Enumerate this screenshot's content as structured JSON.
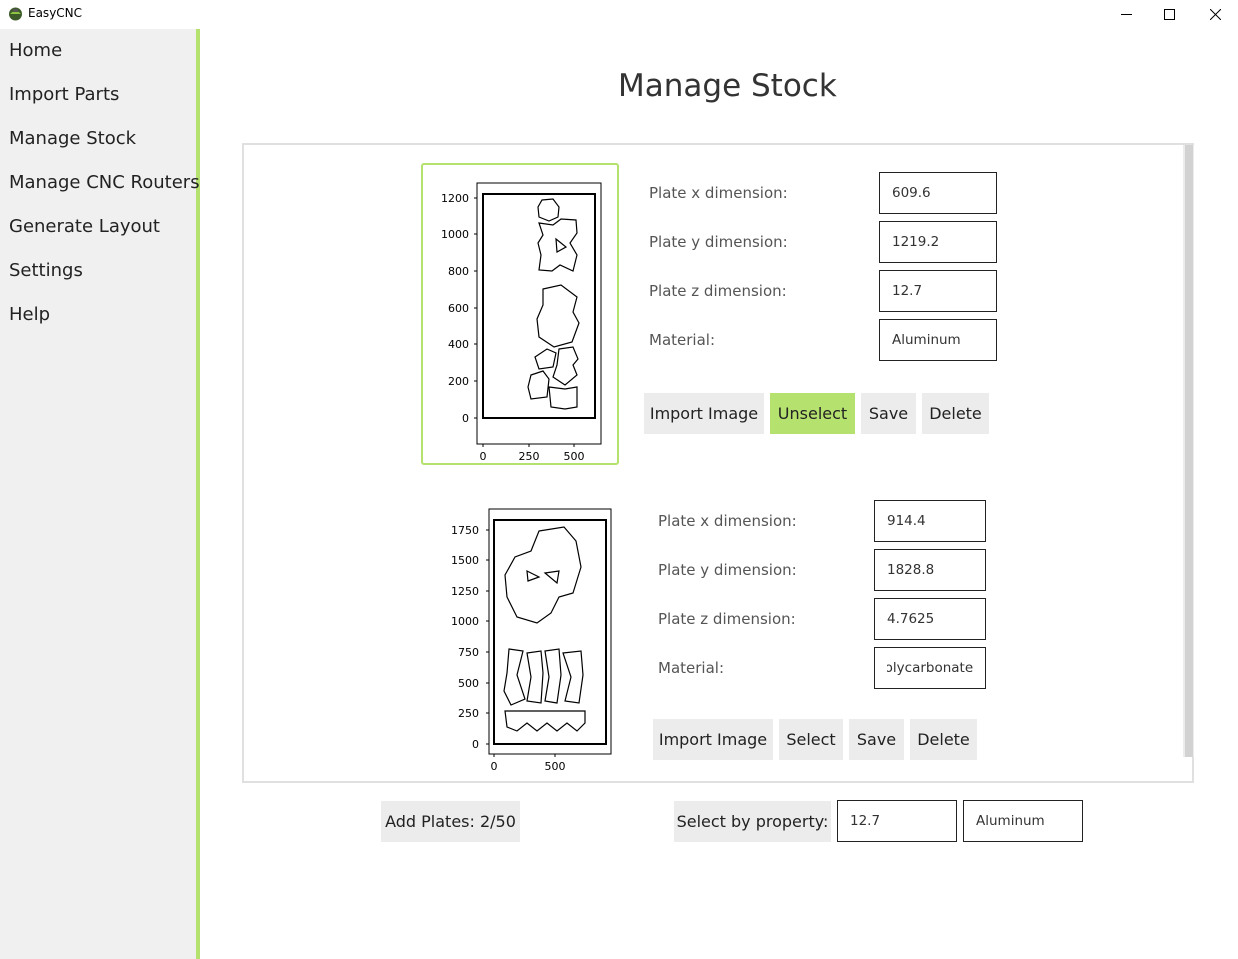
{
  "window": {
    "title": "EasyCNC",
    "minimize_glyph": "—",
    "maximize_glyph": "☐",
    "close_glyph": "✕"
  },
  "sidebar": {
    "items": [
      {
        "label": "Home"
      },
      {
        "label": "Import Parts"
      },
      {
        "label": "Manage Stock"
      },
      {
        "label": "Manage CNC Routers"
      },
      {
        "label": "Generate Layout"
      },
      {
        "label": "Settings"
      },
      {
        "label": "Help"
      }
    ]
  },
  "page": {
    "title": "Manage Stock"
  },
  "plates": [
    {
      "x_label": "Plate x dimension:",
      "y_label": "Plate y dimension:",
      "z_label": "Plate z dimension:",
      "material_label": "Material:",
      "x_value": "609.6",
      "y_value": "1219.2",
      "z_value": "12.7",
      "material_value": "Aluminum",
      "import_label": "Import Image",
      "select_label": "Unselect",
      "save_label": "Save",
      "delete_label": "Delete",
      "selected": true,
      "plot": {
        "x_ticks": [
          "0",
          "250",
          "500"
        ],
        "y_ticks": [
          "0",
          "200",
          "400",
          "600",
          "800",
          "1000",
          "1200"
        ]
      }
    },
    {
      "x_label": "Plate x dimension:",
      "y_label": "Plate y dimension:",
      "z_label": "Plate z dimension:",
      "material_label": "Material:",
      "x_value": "914.4",
      "y_value": "1828.8",
      "z_value": "4.7625",
      "material_value": "Polycarbonate",
      "import_label": "Import Image",
      "select_label": "Select",
      "save_label": "Save",
      "delete_label": "Delete",
      "selected": false,
      "plot": {
        "x_ticks": [
          "0",
          "500"
        ],
        "y_ticks": [
          "0",
          "250",
          "500",
          "750",
          "1000",
          "1250",
          "1500",
          "1750"
        ]
      }
    }
  ],
  "footer": {
    "add_plates_label": "Add Plates: 2/50",
    "select_by_label": "Select by property:",
    "filter_thickness": "12.7",
    "filter_material": "Aluminum"
  },
  "colors": {
    "accent": "#b5e16f",
    "sidebar_bg": "#f0f0f0",
    "button_bg": "#ececec"
  }
}
